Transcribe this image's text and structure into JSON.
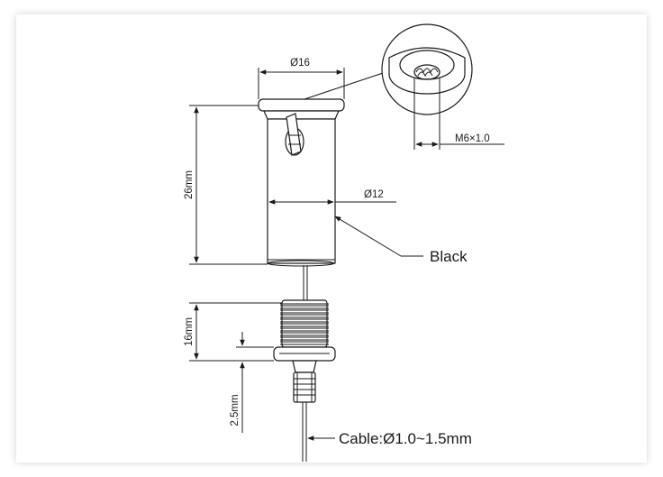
{
  "dimensions": {
    "top_diameter": "Ø16",
    "body_diameter": "Ø12",
    "thread": "M6×1.0",
    "body_length": "26mm",
    "threaded_length": "16mm",
    "small_gap": "2.5mm"
  },
  "labels": {
    "color": "Black",
    "cable": "Cable:Ø1.0~1.5mm"
  }
}
